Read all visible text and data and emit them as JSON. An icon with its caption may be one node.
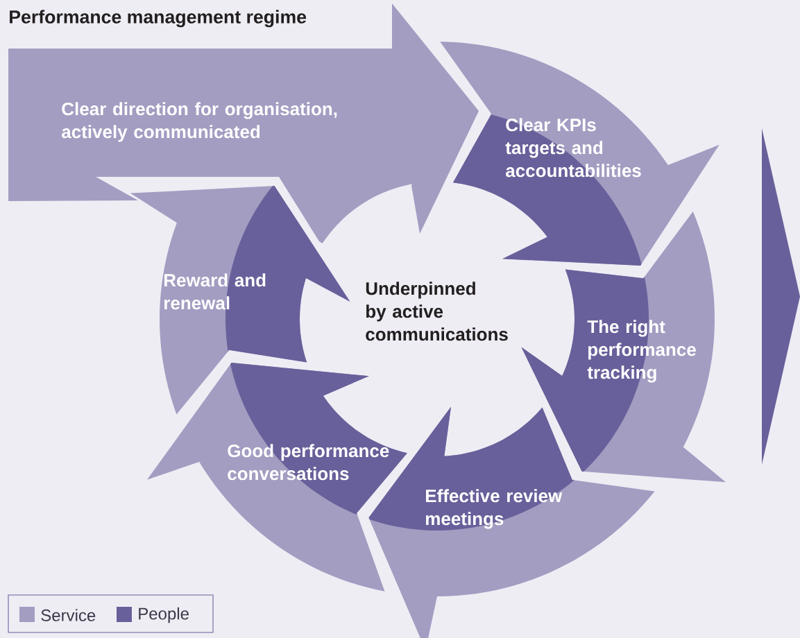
{
  "diagram": {
    "title": "Performance management regime",
    "nodes": [
      {
        "text": [
          "Clear direction for organisation, actively communicated"
        ]
      },
      {
        "text": [
          "Clear KPIs targets and accountabilities"
        ]
      },
      {
        "text": [
          "Reward and renewal"
        ]
      },
      {
        "text": [
          "The right performance tracking"
        ]
      },
      {
        "text": [
          "Good performance conversations"
        ]
      },
      {
        "text": [
          "Effective review meetings"
        ]
      },
      {
        "text": [],
        "shape": "triangle"
      }
    ],
    "labels": [
      "Underpinned by active communications"
    ],
    "legend": [
      {
        "text": "Service",
        "color": "#a29dc1"
      },
      {
        "text": "People",
        "color": "#68609a"
      }
    ]
  }
}
